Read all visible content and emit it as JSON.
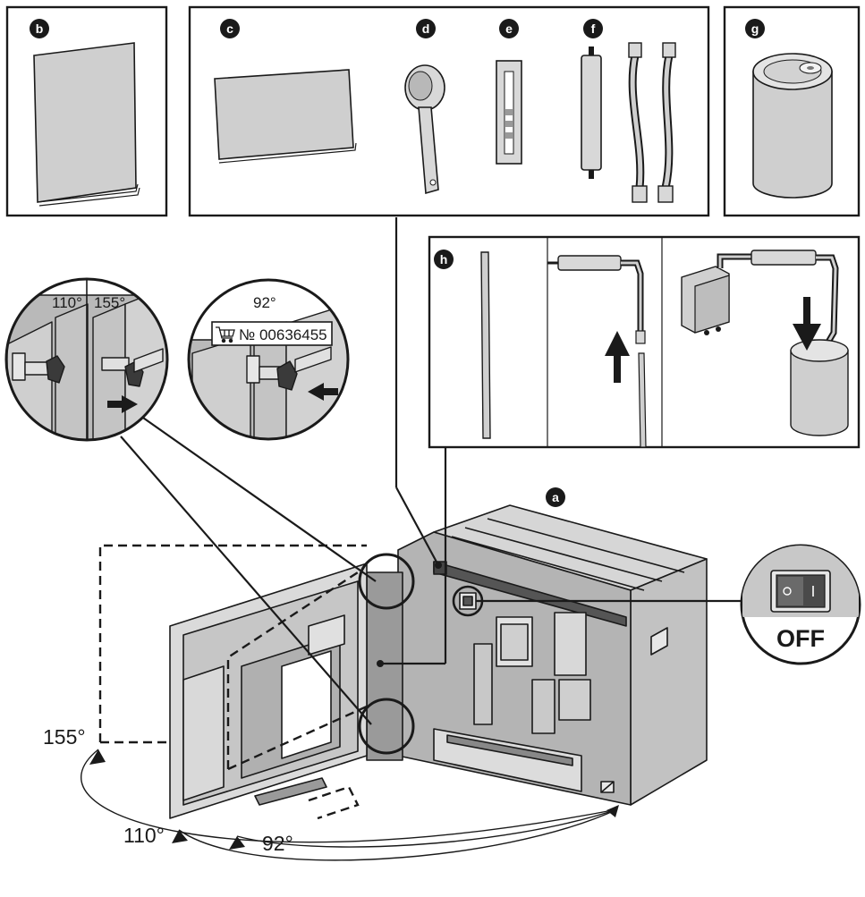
{
  "part_labels": {
    "a": "a",
    "b": "b",
    "c": "c",
    "d": "d",
    "e": "e",
    "f": "f",
    "g": "g",
    "h": "h"
  },
  "angles": {
    "detail_left_a": "110°",
    "detail_left_b": "155°",
    "detail_right": "92°",
    "arc_155": "155°",
    "arc_110": "110°",
    "arc_92": "92°"
  },
  "part_number": "№ 00636455",
  "switch_state": "OFF",
  "icons": [
    "shopping-cart-icon",
    "arrow-up-icon",
    "arrow-down-icon",
    "arrow-right-icon"
  ]
}
